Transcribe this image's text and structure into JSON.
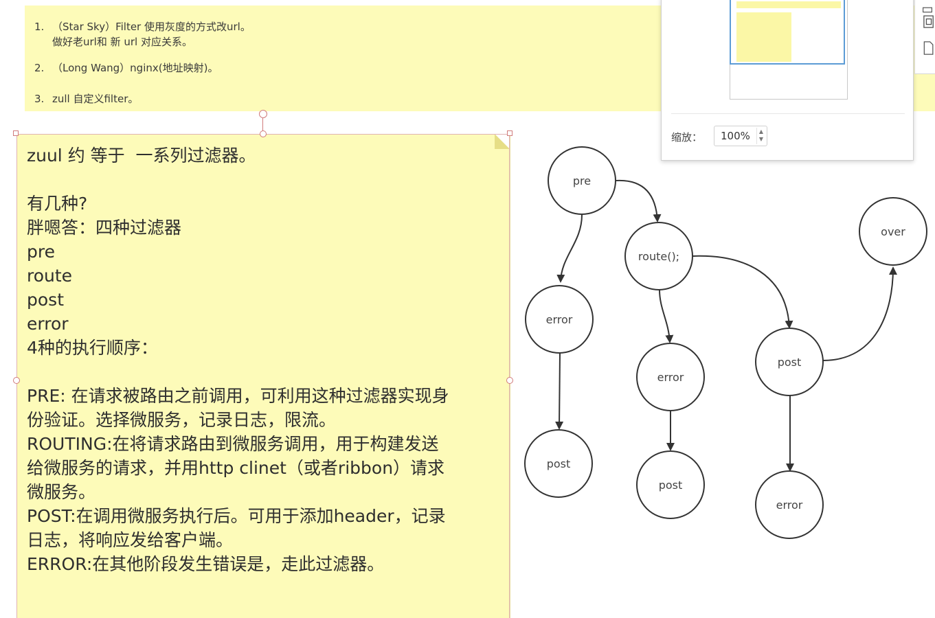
{
  "top_note": {
    "items": [
      {
        "num": "1.",
        "text": "（Star Sky）Filter 使用灰度的方式改url。",
        "sub": "做好老url和 新 url 对应关系。"
      },
      {
        "num": "2.",
        "text": "（Long Wang）nginx(地址映射)。"
      },
      {
        "num": "3.",
        "text": "zull 自定义filter。"
      }
    ]
  },
  "main_note": {
    "lines": [
      "zuul 约 等于  一系列过滤器。",
      "",
      "有几种?",
      "胖嗯答：四种过滤器",
      "pre",
      "route",
      "post",
      "error",
      "4种的执行顺序：",
      "",
      "PRE: 在请求被路由之前调用，可利用这种过滤器实现身",
      "份验证。选择微服务，记录日志，限流。",
      "ROUTING:在将请求路由到微服务调用，用于构建发送",
      "给微服务的请求，并用http clinet（或者ribbon）请求",
      "微服务。",
      "POST:在调用微服务执行后。可用于添加header，记录",
      "日志，将响应发给客户端。",
      "ERROR:在其他阶段发生错误是，走此过滤器。"
    ]
  },
  "zoom_panel": {
    "label": "缩放：",
    "value": "100%"
  },
  "diagram": {
    "nodes": [
      {
        "id": "pre",
        "label": "pre"
      },
      {
        "id": "error1",
        "label": "error"
      },
      {
        "id": "post1",
        "label": "post"
      },
      {
        "id": "route",
        "label": "route();"
      },
      {
        "id": "error2",
        "label": "error"
      },
      {
        "id": "post2",
        "label": "post"
      },
      {
        "id": "post3",
        "label": "post"
      },
      {
        "id": "error3",
        "label": "error"
      },
      {
        "id": "over",
        "label": "over"
      }
    ],
    "edges": [
      [
        "pre",
        "route"
      ],
      [
        "pre",
        "error1"
      ],
      [
        "error1",
        "post1"
      ],
      [
        "route",
        "error2"
      ],
      [
        "error2",
        "post2"
      ],
      [
        "route",
        "post3"
      ],
      [
        "post3",
        "error3"
      ],
      [
        "post3",
        "over"
      ]
    ]
  },
  "colors": {
    "note_yellow": "#fdfbb9",
    "selection": "#d07a7a",
    "viewport_blue": "#5b9bd5",
    "node_stroke": "#333333"
  },
  "icons": {
    "toolbar": [
      "page-layout-icon",
      "fit-page-icon",
      "new-page-icon"
    ]
  }
}
